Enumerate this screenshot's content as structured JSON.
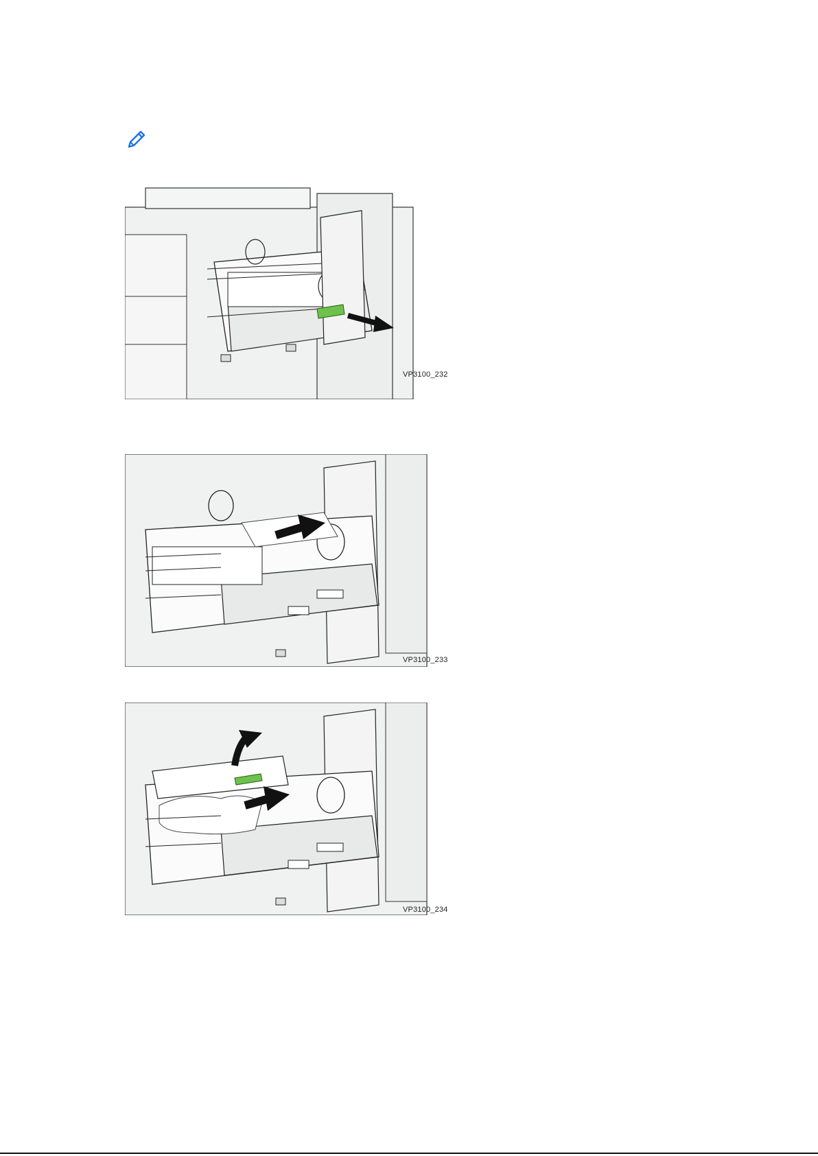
{
  "note": {
    "icon": "pencil-note-icon"
  },
  "figures": [
    {
      "caption": "VP3100_232"
    },
    {
      "caption": "VP3100_233"
    },
    {
      "caption": "VP3100_234"
    }
  ],
  "colors": {
    "accent_green": "#6dc24b",
    "note_blue": "#1a73e8"
  }
}
